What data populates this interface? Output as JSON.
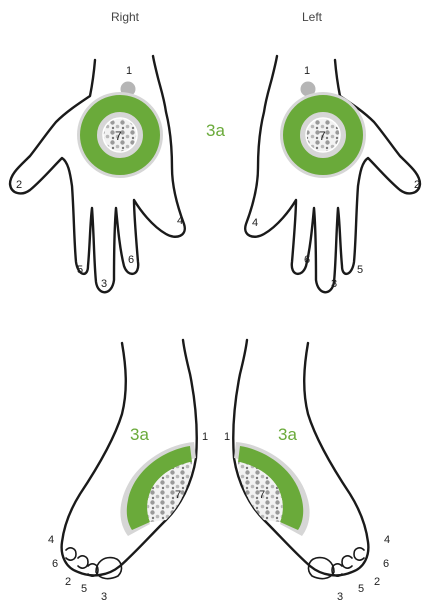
{
  "headers": {
    "right": "Right",
    "left": "Left"
  },
  "labels": {
    "zone_main": "3a",
    "zone_right_foot": "3a",
    "zone_left_foot": "3a",
    "n1": "1",
    "n2": "2",
    "n3": "3",
    "n4": "4",
    "n5": "5",
    "n6": "6",
    "n7": "7"
  },
  "colors": {
    "green": "#6aaa3a",
    "halo": "#d6d6d6",
    "gray_dot": "#b5b5b5",
    "outline": "#1a1a1a",
    "text": "#222222"
  },
  "icons": [
    "right-hand-outline",
    "left-hand-outline",
    "right-foot-outline",
    "left-foot-outline"
  ]
}
